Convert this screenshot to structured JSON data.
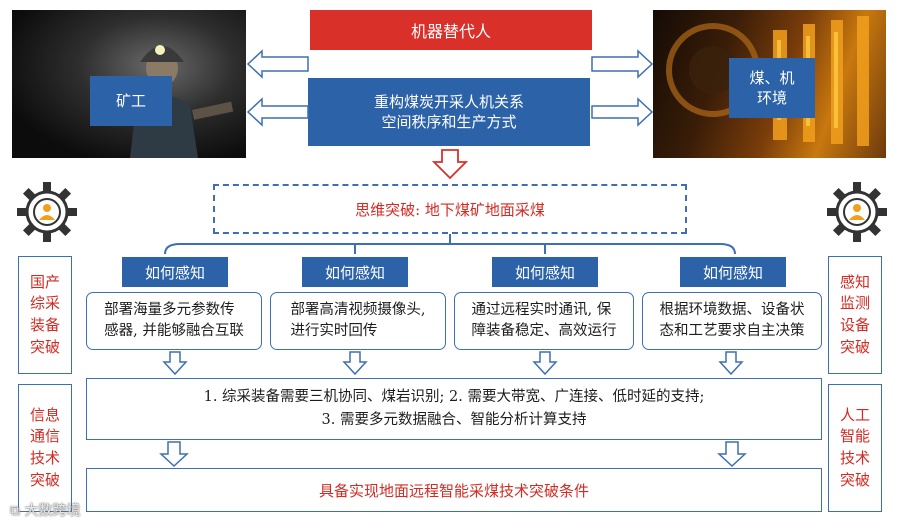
{
  "top": {
    "replace_label": "机器替代人",
    "restructure_line1": "重构煤炭开采人机关系",
    "restructure_line2": "空间秩序和生产方式",
    "miner_label": "矿工",
    "env_line1": "煤、机",
    "env_line2": "环境"
  },
  "breakthrough": "思维突破: 地下煤矿地面采煤",
  "how_label": "如何感知",
  "perception": [
    {
      "line1": "部署海量多元参数传",
      "line2": "感器, 并能够融合互联"
    },
    {
      "line1": "部署高清视频摄像头,",
      "line2": "进行实时回传"
    },
    {
      "line1": "通过远程实时通讯, 保",
      "line2": "障装备稳定、高效运行"
    },
    {
      "line1": "根据环境数据、设备状",
      "line2": "态和工艺要求自主决策"
    }
  ],
  "side_left": [
    {
      "line1": "国产",
      "line2": "综采",
      "line3": "装备",
      "line4": "突破"
    },
    {
      "line1": "信息",
      "line2": "通信",
      "line3": "技术",
      "line4": "突破"
    }
  ],
  "side_right": [
    {
      "line1": "感知",
      "line2": "监测",
      "line3": "设备",
      "line4": "突破"
    },
    {
      "line1": "人工",
      "line2": "智能",
      "line3": "技术",
      "line4": "突破"
    }
  ],
  "requirements": {
    "line1": "1. 综采装备需要三机协同、煤岩识别; 2. 需要大带宽、广连接、低时延的支持;",
    "line2": "3. 需要多元数据融合、智能分析计算支持"
  },
  "conclusion": "具备实现地面远程智能采煤技术突破条件",
  "watermark": "大数跨境",
  "colors": {
    "blue": "#2b62a8",
    "red": "#d9302a",
    "outline": "#3e6fb4",
    "red_text": "#d42a22"
  }
}
